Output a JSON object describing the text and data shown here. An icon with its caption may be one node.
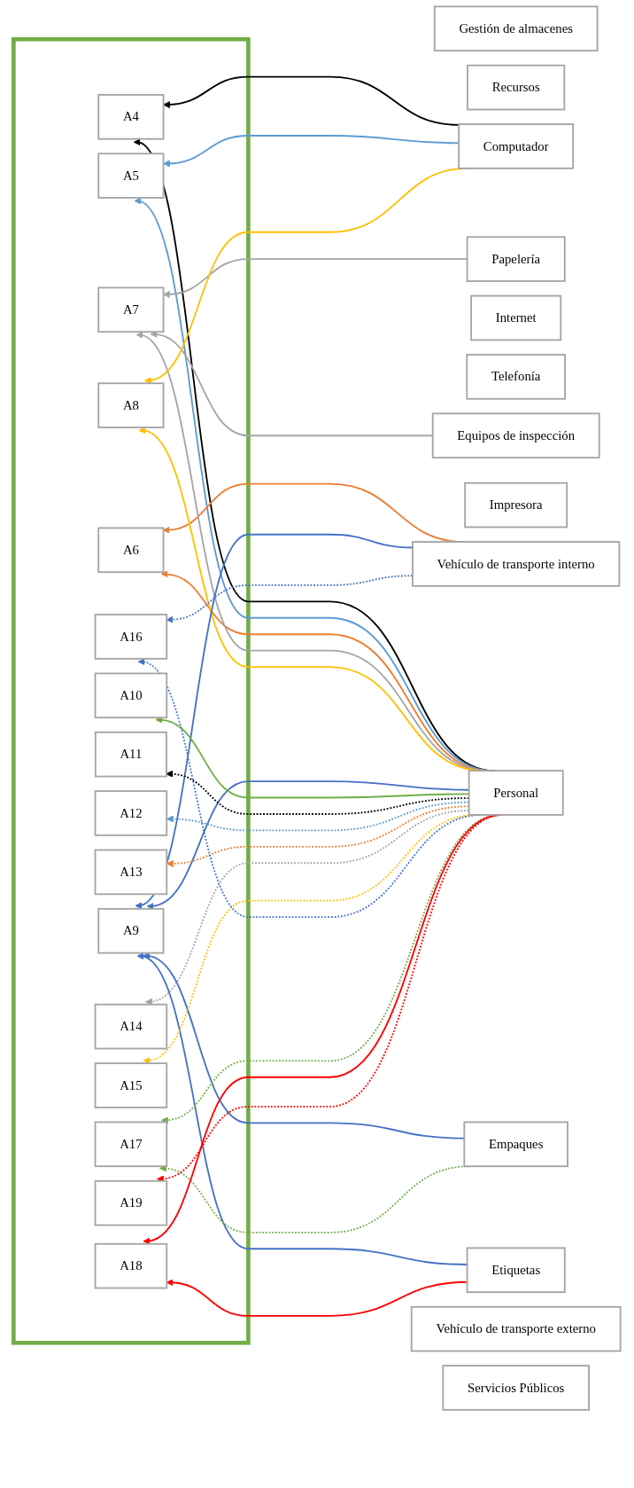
{
  "diagram": {
    "nodes": [
      {
        "text": [
          "Gestión de almacenes"
        ]
      },
      {
        "text": [
          "Recursos"
        ]
      },
      {
        "text": [],
        "shape": "box"
      },
      {
        "text": [
          "A4"
        ],
        "in": 2
      },
      {
        "text": [
          "A5"
        ],
        "in": 2
      },
      {
        "text": [
          "A6"
        ],
        "in": 2
      },
      {
        "text": [
          "A7"
        ],
        "in": 2
      },
      {
        "text": [
          "A8"
        ],
        "in": 2
      },
      {
        "text": [
          "A9"
        ],
        "in": 2
      },
      {
        "text": [
          "A10"
        ],
        "in": 2
      },
      {
        "text": [
          "A11"
        ],
        "in": 2
      },
      {
        "text": [
          "A12"
        ],
        "in": 2
      },
      {
        "text": [
          "A13"
        ],
        "in": 2
      },
      {
        "text": [
          "A14"
        ],
        "in": 2
      },
      {
        "text": [
          "A15"
        ],
        "in": 2
      },
      {
        "text": [
          "A16"
        ],
        "in": 2
      },
      {
        "text": [
          "A17"
        ],
        "in": 2
      },
      {
        "text": [
          "A18"
        ],
        "in": 2
      },
      {
        "text": [
          "A19"
        ],
        "in": 2
      },
      {
        "text": [
          "Personal"
        ]
      },
      {
        "text": [
          "Computador"
        ]
      },
      {
        "text": [
          "Internet"
        ]
      },
      {
        "text": [
          "Telefonía"
        ]
      },
      {
        "text": [
          "Papelería"
        ]
      },
      {
        "text": [
          "Impresora"
        ]
      },
      {
        "text": [
          "Vehículo de transporte interno"
        ]
      },
      {
        "text": [
          "Equipos de inspección"
        ]
      },
      {
        "text": [
          "Empaques"
        ]
      },
      {
        "text": [
          "Etiquetas"
        ]
      },
      {
        "text": [
          "Vehículo de transporte externo"
        ]
      },
      {
        "text": [
          "Servicios Públicos"
        ]
      }
    ],
    "edges": [
      {
        "from": 19,
        "to": 3,
        "arrow": "to",
        "color": "#000000"
      },
      {
        "from": 20,
        "to": 3,
        "arrow": "to",
        "color": "#000000"
      },
      {
        "from": 19,
        "to": 4,
        "arrow": "to",
        "color": "#5b9bd5"
      },
      {
        "from": 20,
        "to": 4,
        "arrow": "to",
        "color": "#5b9bd5"
      },
      {
        "from": 19,
        "to": 5,
        "arrow": "to",
        "color": "#ed7d31"
      },
      {
        "from": 25,
        "to": 5,
        "arrow": "to",
        "color": "#ed7d31"
      },
      {
        "from": 19,
        "to": 6,
        "arrow": "to",
        "color": "#a5a5a5"
      },
      {
        "from": 23,
        "to": 6,
        "arrow": "to",
        "color": "#a5a5a5"
      },
      {
        "from": 26,
        "to": 6,
        "arrow": "to",
        "color": "#a5a5a5"
      },
      {
        "from": 19,
        "to": 7,
        "arrow": "to",
        "color": "#ffc000"
      },
      {
        "from": 20,
        "to": 7,
        "arrow": "to",
        "color": "#ffc000"
      },
      {
        "from": 19,
        "to": 8,
        "arrow": "to",
        "color": "#4472c4"
      },
      {
        "from": 25,
        "to": 8,
        "arrow": "to",
        "color": "#4472c4"
      },
      {
        "from": 27,
        "to": 8,
        "arrow": "to",
        "color": "#4472c4"
      },
      {
        "from": 28,
        "to": 8,
        "arrow": "to",
        "color": "#4472c4"
      },
      {
        "from": 19,
        "to": 9,
        "arrow": "to",
        "color": "#70ad47"
      },
      {
        "from": 19,
        "to": 10,
        "arrow": "to",
        "style": "dashed",
        "color": "#000000"
      },
      {
        "from": 19,
        "to": 11,
        "arrow": "to",
        "style": "dashed",
        "color": "#5b9bd5"
      },
      {
        "from": 19,
        "to": 12,
        "arrow": "to",
        "style": "dashed",
        "color": "#ed7d31"
      },
      {
        "from": 19,
        "to": 13,
        "arrow": "to",
        "style": "dashed",
        "color": "#a5a5a5"
      },
      {
        "from": 19,
        "to": 14,
        "arrow": "to",
        "style": "dashed",
        "color": "#ffc000"
      },
      {
        "from": 19,
        "to": 15,
        "arrow": "to",
        "style": "dashed",
        "color": "#4472c4"
      },
      {
        "from": 25,
        "to": 15,
        "arrow": "to",
        "style": "dashed",
        "color": "#4472c4"
      },
      {
        "from": 19,
        "to": 16,
        "arrow": "to",
        "style": "dashed",
        "color": "#70ad47"
      },
      {
        "from": 27,
        "to": 16,
        "arrow": "to",
        "style": "dashed",
        "color": "#70ad47"
      },
      {
        "from": 19,
        "to": 17,
        "arrow": "to",
        "color": "#ff0000"
      },
      {
        "from": 28,
        "to": 17,
        "arrow": "to",
        "color": "#ff0000"
      },
      {
        "from": 19,
        "to": 18,
        "arrow": "to",
        "style": "dashed",
        "color": "#ff0000"
      }
    ]
  }
}
